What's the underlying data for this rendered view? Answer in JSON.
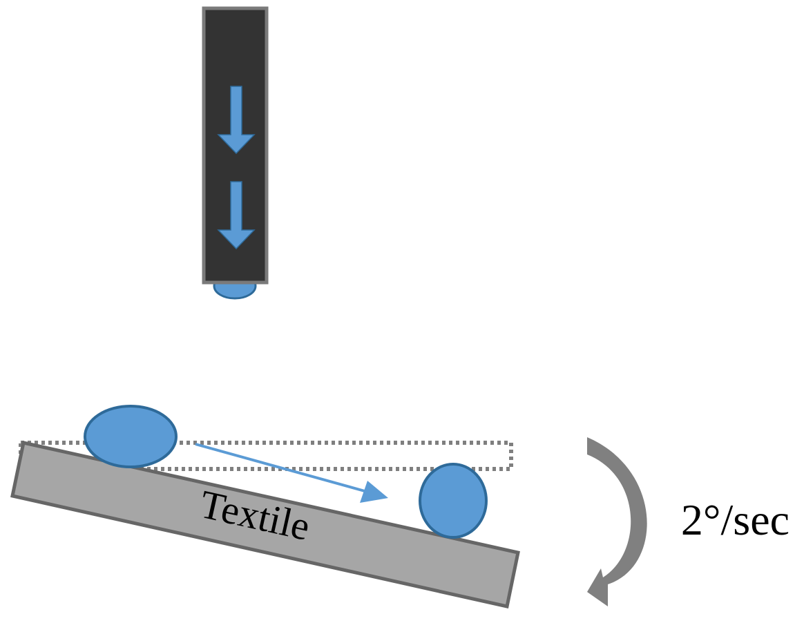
{
  "labels": {
    "textile": "Textile",
    "rotation_rate": "2°/sec"
  },
  "colors": {
    "background": "#ffffff",
    "needle_fill": "#333333",
    "needle_stroke": "#7a7a7a",
    "arrow_blue": "#5b9bd5",
    "droplet_fill": "#5b9bd5",
    "droplet_stroke": "#2e6a99",
    "textile_fill": "#a6a6a6",
    "textile_stroke": "#666666",
    "dotted_outline": "#7f7f7f",
    "rotation_arrow": "#808080",
    "text": "#000000"
  },
  "icons": {
    "flow_arrow": "down-arrow",
    "rotation_arrow": "curved-arrow-clockwise"
  }
}
